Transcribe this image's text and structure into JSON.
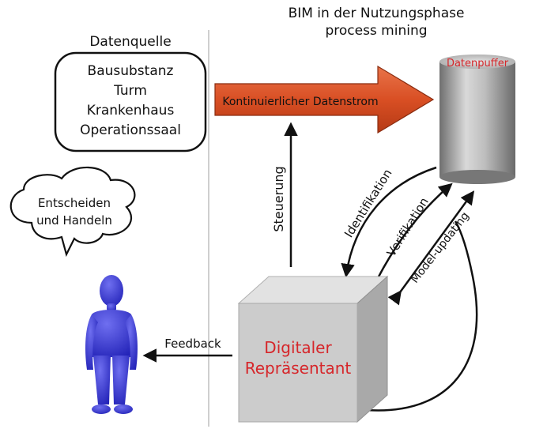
{
  "header": {
    "line1": "BIM in der Nutzungsphase",
    "line2": "process mining"
  },
  "source": {
    "title": "Datenquelle",
    "items": [
      "Bausubstanz",
      "Turm",
      "Krankenhaus",
      "Operationssaal"
    ]
  },
  "stream": {
    "label": "Kontinuierlicher Datenstrom"
  },
  "buffer": {
    "label": "Datenpuffer"
  },
  "control": {
    "label": "Steuerung"
  },
  "arrows": {
    "identification": "Identifikation",
    "verification": "Verifikation",
    "model_updating": "Model-updating"
  },
  "cube": {
    "line1": "Digitaler",
    "line2": "Repräsentant"
  },
  "feedback": {
    "label": "Feedback"
  },
  "speech": {
    "line1": "Entscheiden",
    "line2": "und Handeln"
  },
  "colors": {
    "stream_fill": "#d94f24",
    "label_red": "#d6262a",
    "figure_blue": "#3a3ad8",
    "cube_gray": "#c9c9c9"
  }
}
